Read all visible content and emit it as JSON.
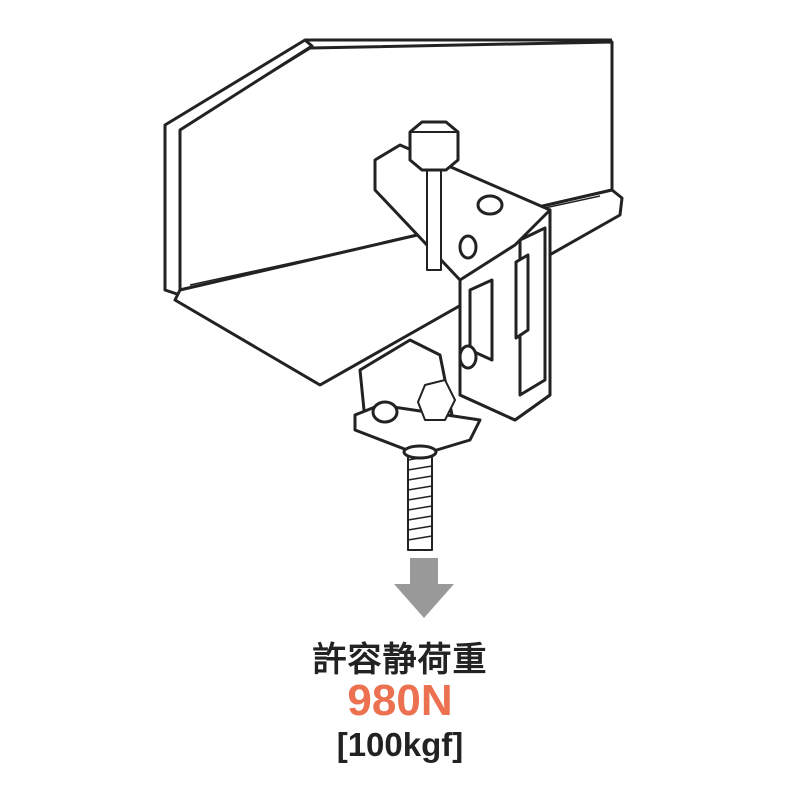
{
  "load": {
    "title": "許容静荷重",
    "value": "980N",
    "alt_value": "[100kgf]"
  },
  "colors": {
    "accent": "#ec7150",
    "arrow": "#999999",
    "text": "#222222"
  }
}
